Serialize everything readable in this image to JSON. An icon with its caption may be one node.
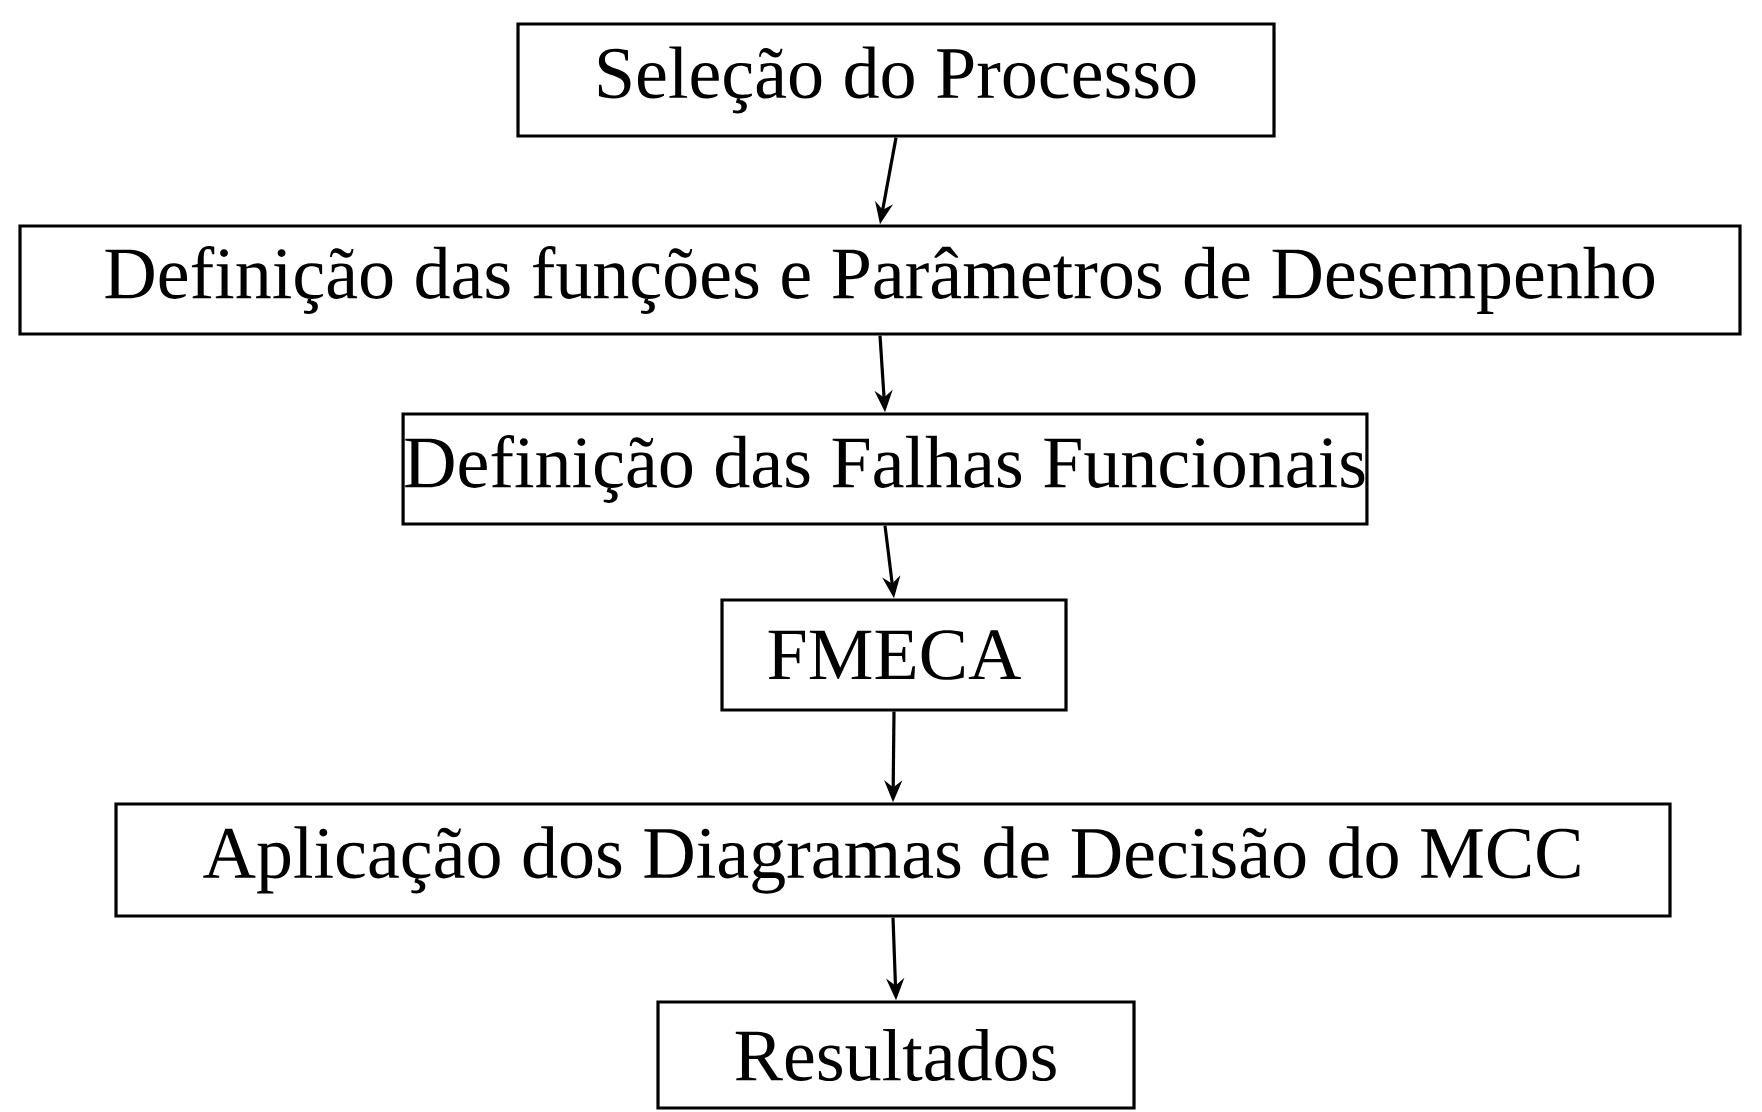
{
  "diagram": {
    "nodes": [
      {
        "text": [
          "Seleção do Processo"
        ]
      },
      {
        "text": [
          "Definição das funções e Parâmetros de Desempenho"
        ]
      },
      {
        "text": [
          "Definição das Falhas Funcionais"
        ]
      },
      {
        "text": [
          "FMECA"
        ]
      },
      {
        "text": [
          "Aplicação dos Diagramas de Decisão do MCC"
        ]
      },
      {
        "text": [
          "Resultados"
        ]
      }
    ],
    "edges": [
      {
        "from": 0,
        "to": 1,
        "arrow": "to"
      },
      {
        "from": 1,
        "to": 2,
        "arrow": "to"
      },
      {
        "from": 2,
        "to": 3,
        "arrow": "to"
      },
      {
        "from": 3,
        "to": 4,
        "arrow": "to"
      },
      {
        "from": 4,
        "to": 5,
        "arrow": "to"
      }
    ]
  }
}
